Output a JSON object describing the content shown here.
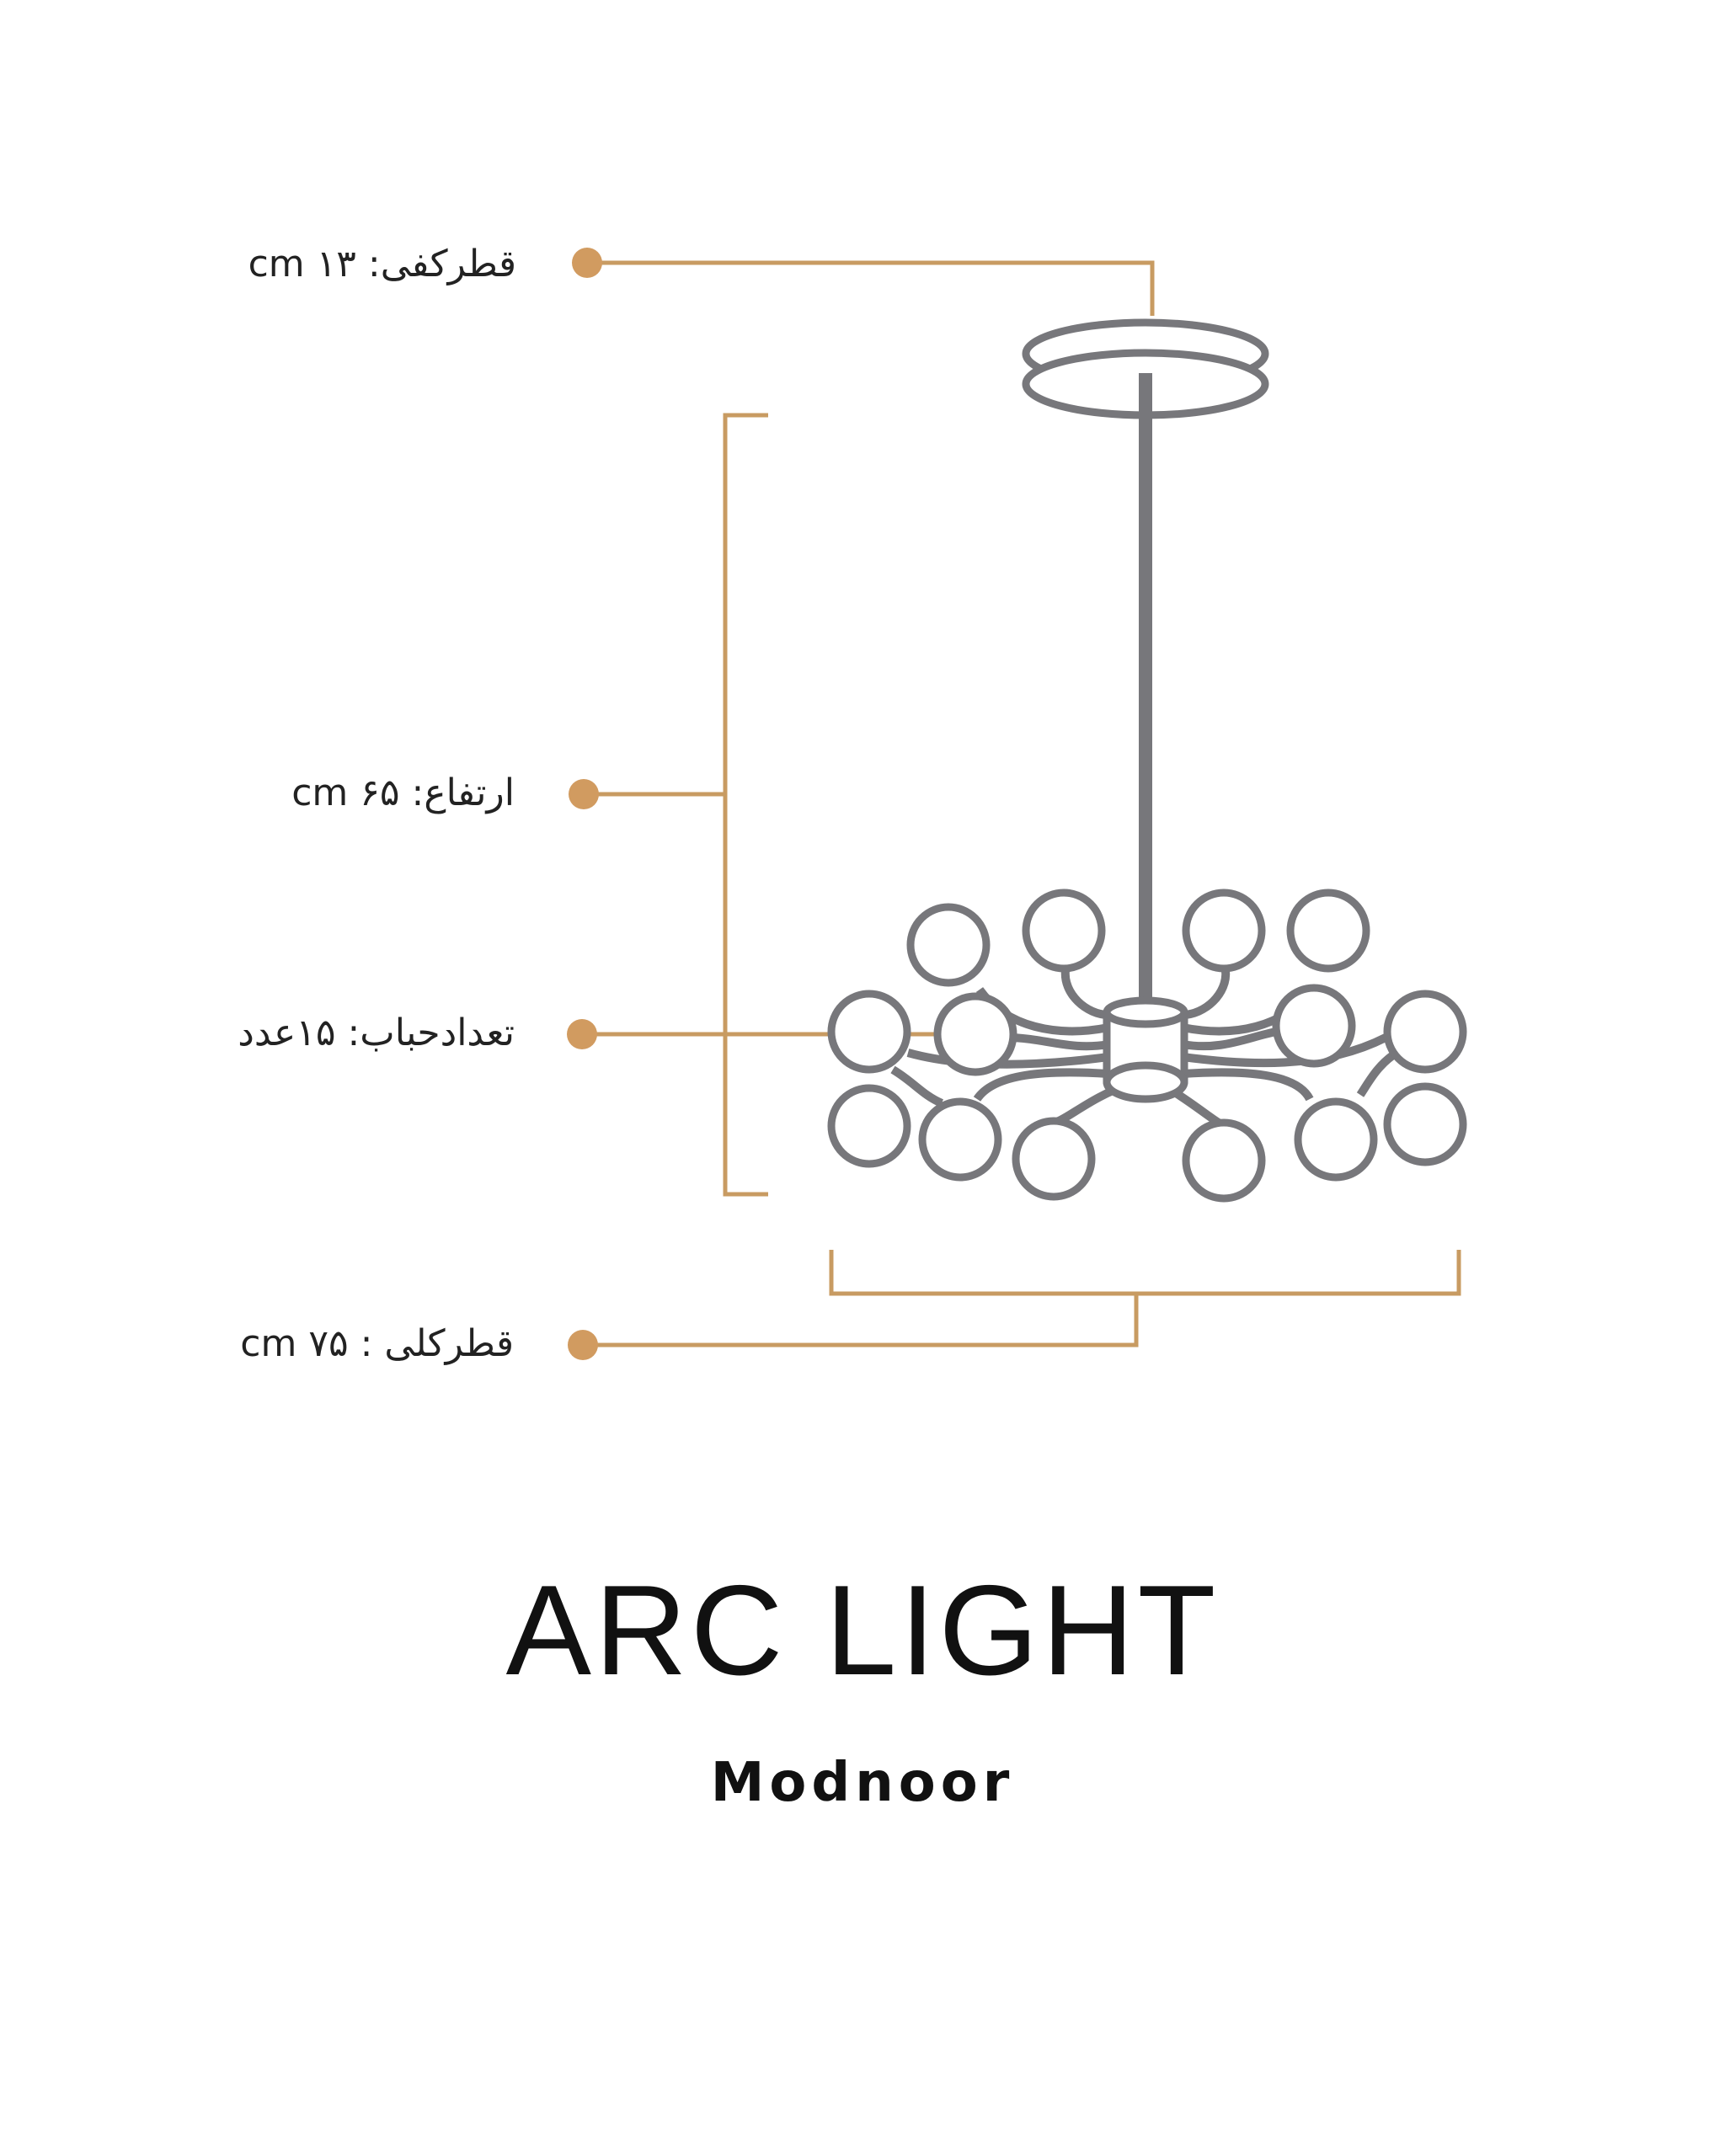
{
  "specs": {
    "canopy_diameter": "قطرکفی:   ۱۳ cm",
    "height": "ارتفاع: ۶۵ cm",
    "bulb_count": "تعدادحباب:  ۱۵عدد",
    "overall_diameter": "قطرکلی : ۷۵ cm"
  },
  "title": "ARC LIGHT",
  "brand": "Modnoor",
  "colors": {
    "accent": "#C89B62",
    "fixture": "#77777B",
    "dot": "#D19B60",
    "text": "#222222"
  }
}
